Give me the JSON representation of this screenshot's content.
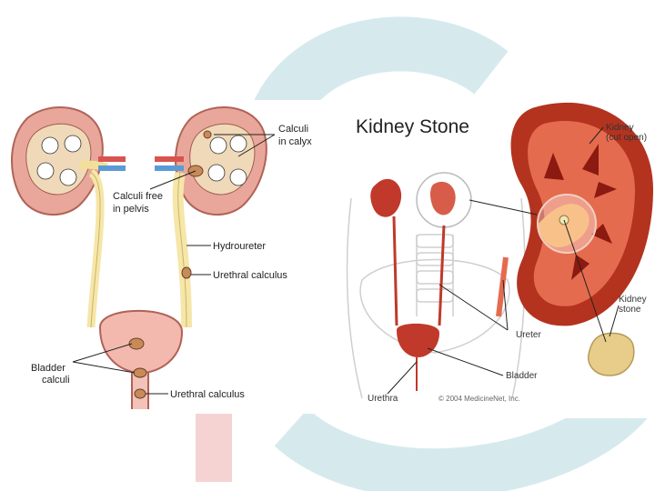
{
  "left_figure": {
    "labels": {
      "calculi_in_calyx_l1": "Calculi",
      "calculi_in_calyx_l2": "in calyx",
      "calculi_free_l1": "Calculi free",
      "calculi_free_l2": "in pelvis",
      "hydroureter": "Hydroureter",
      "urethral_calculus_upper": "Urethral calculus",
      "bladder_calculi_l1": "Bladder",
      "bladder_calculi_l2": "calculi",
      "urethral_calculus_lower": "Urethral calculus"
    }
  },
  "right_figure": {
    "title": "Kidney Stone",
    "labels": {
      "kidney_l1": "Kidney",
      "kidney_l2": "(cut open)",
      "kidney_stone_l1": "Kidney",
      "kidney_stone_l2": "stone",
      "ureter": "Ureter",
      "bladder": "Bladder",
      "urethra": "Urethra",
      "copyright": "© 2004 MedicineNet, Inc."
    }
  },
  "colors": {
    "background_arc": "#cfe6ea",
    "background_pink": "#f3c9c9",
    "kidney_red": "#c0392b",
    "ureter_yellow": "#f6e6a8"
  }
}
